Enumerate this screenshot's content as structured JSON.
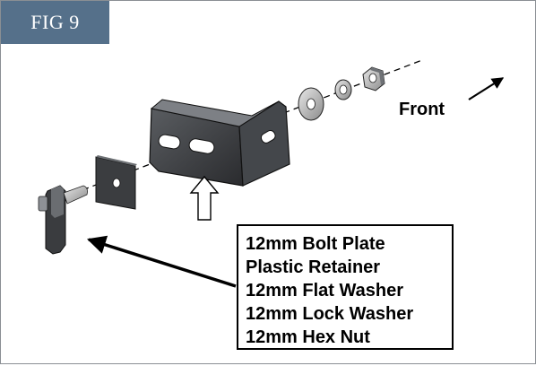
{
  "figure_label": "FIG 9",
  "direction_label": "Front",
  "parts": [
    "12mm Bolt Plate",
    "Plastic Retainer",
    "12mm Flat Washer",
    "12mm Lock Washer",
    "12mm Hex Nut"
  ],
  "colors": {
    "tab_background": "#55708a",
    "frame_border": "#8a8f94",
    "part_fill": "#3a3c3f",
    "part_dark": "#1d1e20",
    "text": "#000000"
  }
}
